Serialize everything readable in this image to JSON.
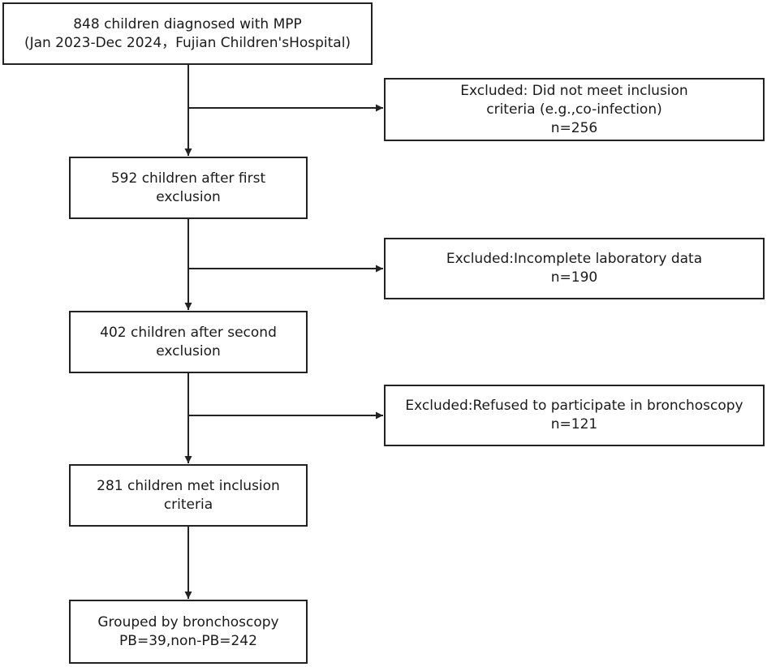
{
  "flow": {
    "main_steps": [
      {
        "lines": [
          "848 children diagnosed with MPP",
          "(Jan 2023-Dec 2024，Fujian Children'sHospital)"
        ]
      },
      {
        "lines": [
          "592 children after first",
          "exclusion"
        ]
      },
      {
        "lines": [
          "402 children after second",
          "exclusion"
        ]
      },
      {
        "lines": [
          "281 children met inclusion",
          "criteria"
        ]
      },
      {
        "lines": [
          "Grouped by bronchoscopy",
          "PB=39,non-PB=242"
        ]
      }
    ],
    "exclusions": [
      {
        "lines": [
          "Excluded: Did not meet inclusion",
          "criteria (e.g.,co-infection)",
          "n=256"
        ]
      },
      {
        "lines": [
          "Excluded:Incomplete laboratory data",
          "n=190"
        ]
      },
      {
        "lines": [
          "Excluded:Refused to participate in bronchoscopy",
          "n=121"
        ]
      }
    ]
  },
  "colors": {
    "line": "#222222",
    "background": "#ffffff",
    "text": "#1a1a1a"
  }
}
